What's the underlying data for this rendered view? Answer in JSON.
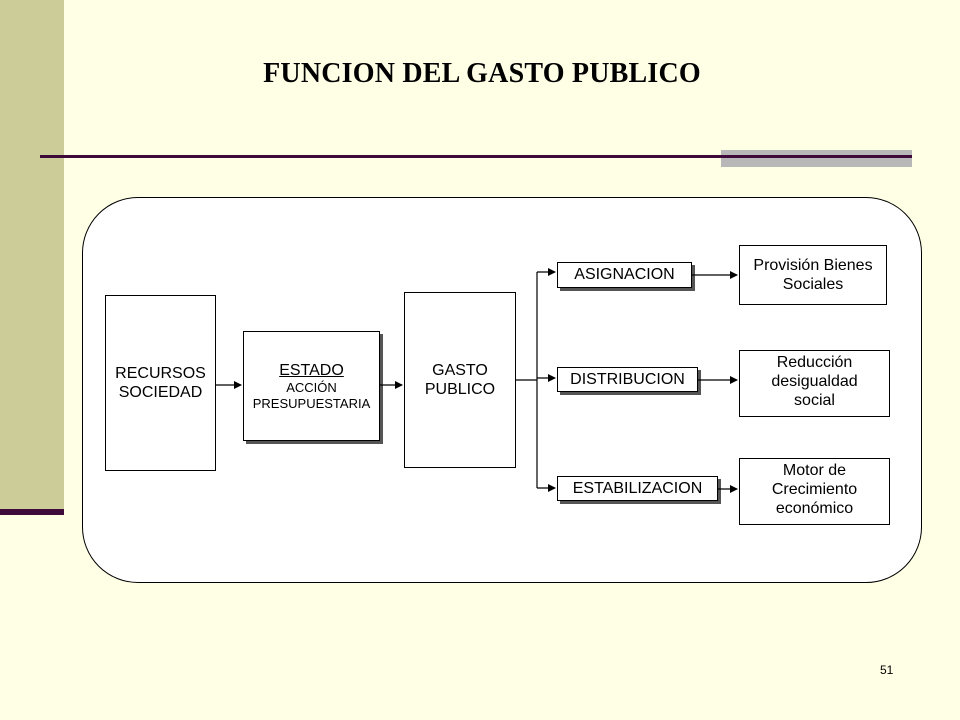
{
  "title": "FUNCION DEL GASTO PUBLICO",
  "page_number": "51",
  "boxes": {
    "recursos": [
      "RECURSOS",
      "SOCIEDAD"
    ],
    "estado": {
      "heading": "ESTADO",
      "sub1": "ACCIÓN",
      "sub2": "PRESUPUESTARIA"
    },
    "gasto": [
      "GASTO",
      "PUBLICO"
    ],
    "asignacion": "ASIGNACION",
    "distribucion": "DISTRIBUCION",
    "estabilizacion": "ESTABILIZACION",
    "provision": [
      "Provisión Bienes",
      "Sociales"
    ],
    "reduccion": [
      "Reducción",
      "desigualdad",
      "social"
    ],
    "motor": [
      "Motor de",
      "Crecimiento",
      "económico"
    ]
  }
}
